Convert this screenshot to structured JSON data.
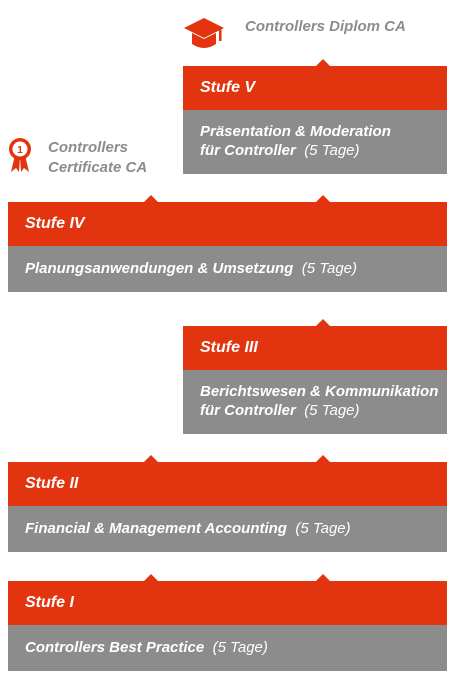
{
  "diplom": {
    "icon": "graduation-cap-icon",
    "label": "Controllers Diplom CA"
  },
  "certificate": {
    "icon": "award-ribbon-icon",
    "label_line1": "Controllers",
    "label_line2": "Certificate CA"
  },
  "stages": [
    {
      "stufe": "Stufe I",
      "course": "Controllers Best Practice",
      "duration": "(5 Tage)"
    },
    {
      "stufe": "Stufe II",
      "course": "Financial & Management Accounting",
      "duration": "(5 Tage)"
    },
    {
      "stufe": "Stufe III",
      "course_line1": "Berichtswesen & Kommunikation",
      "course_line2": "für Controller",
      "duration": "(5 Tage)"
    },
    {
      "stufe": "Stufe IV",
      "course": "Planungsanwendungen & Umsetzung",
      "duration": "(5 Tage)"
    },
    {
      "stufe": "Stufe V",
      "course_line1": "Präsentation & Moderation",
      "course_line2": "für Controller",
      "duration": "(5 Tage)"
    }
  ],
  "colors": {
    "stufe_red": "#e2340f",
    "course_grey": "#8c8c8c"
  }
}
